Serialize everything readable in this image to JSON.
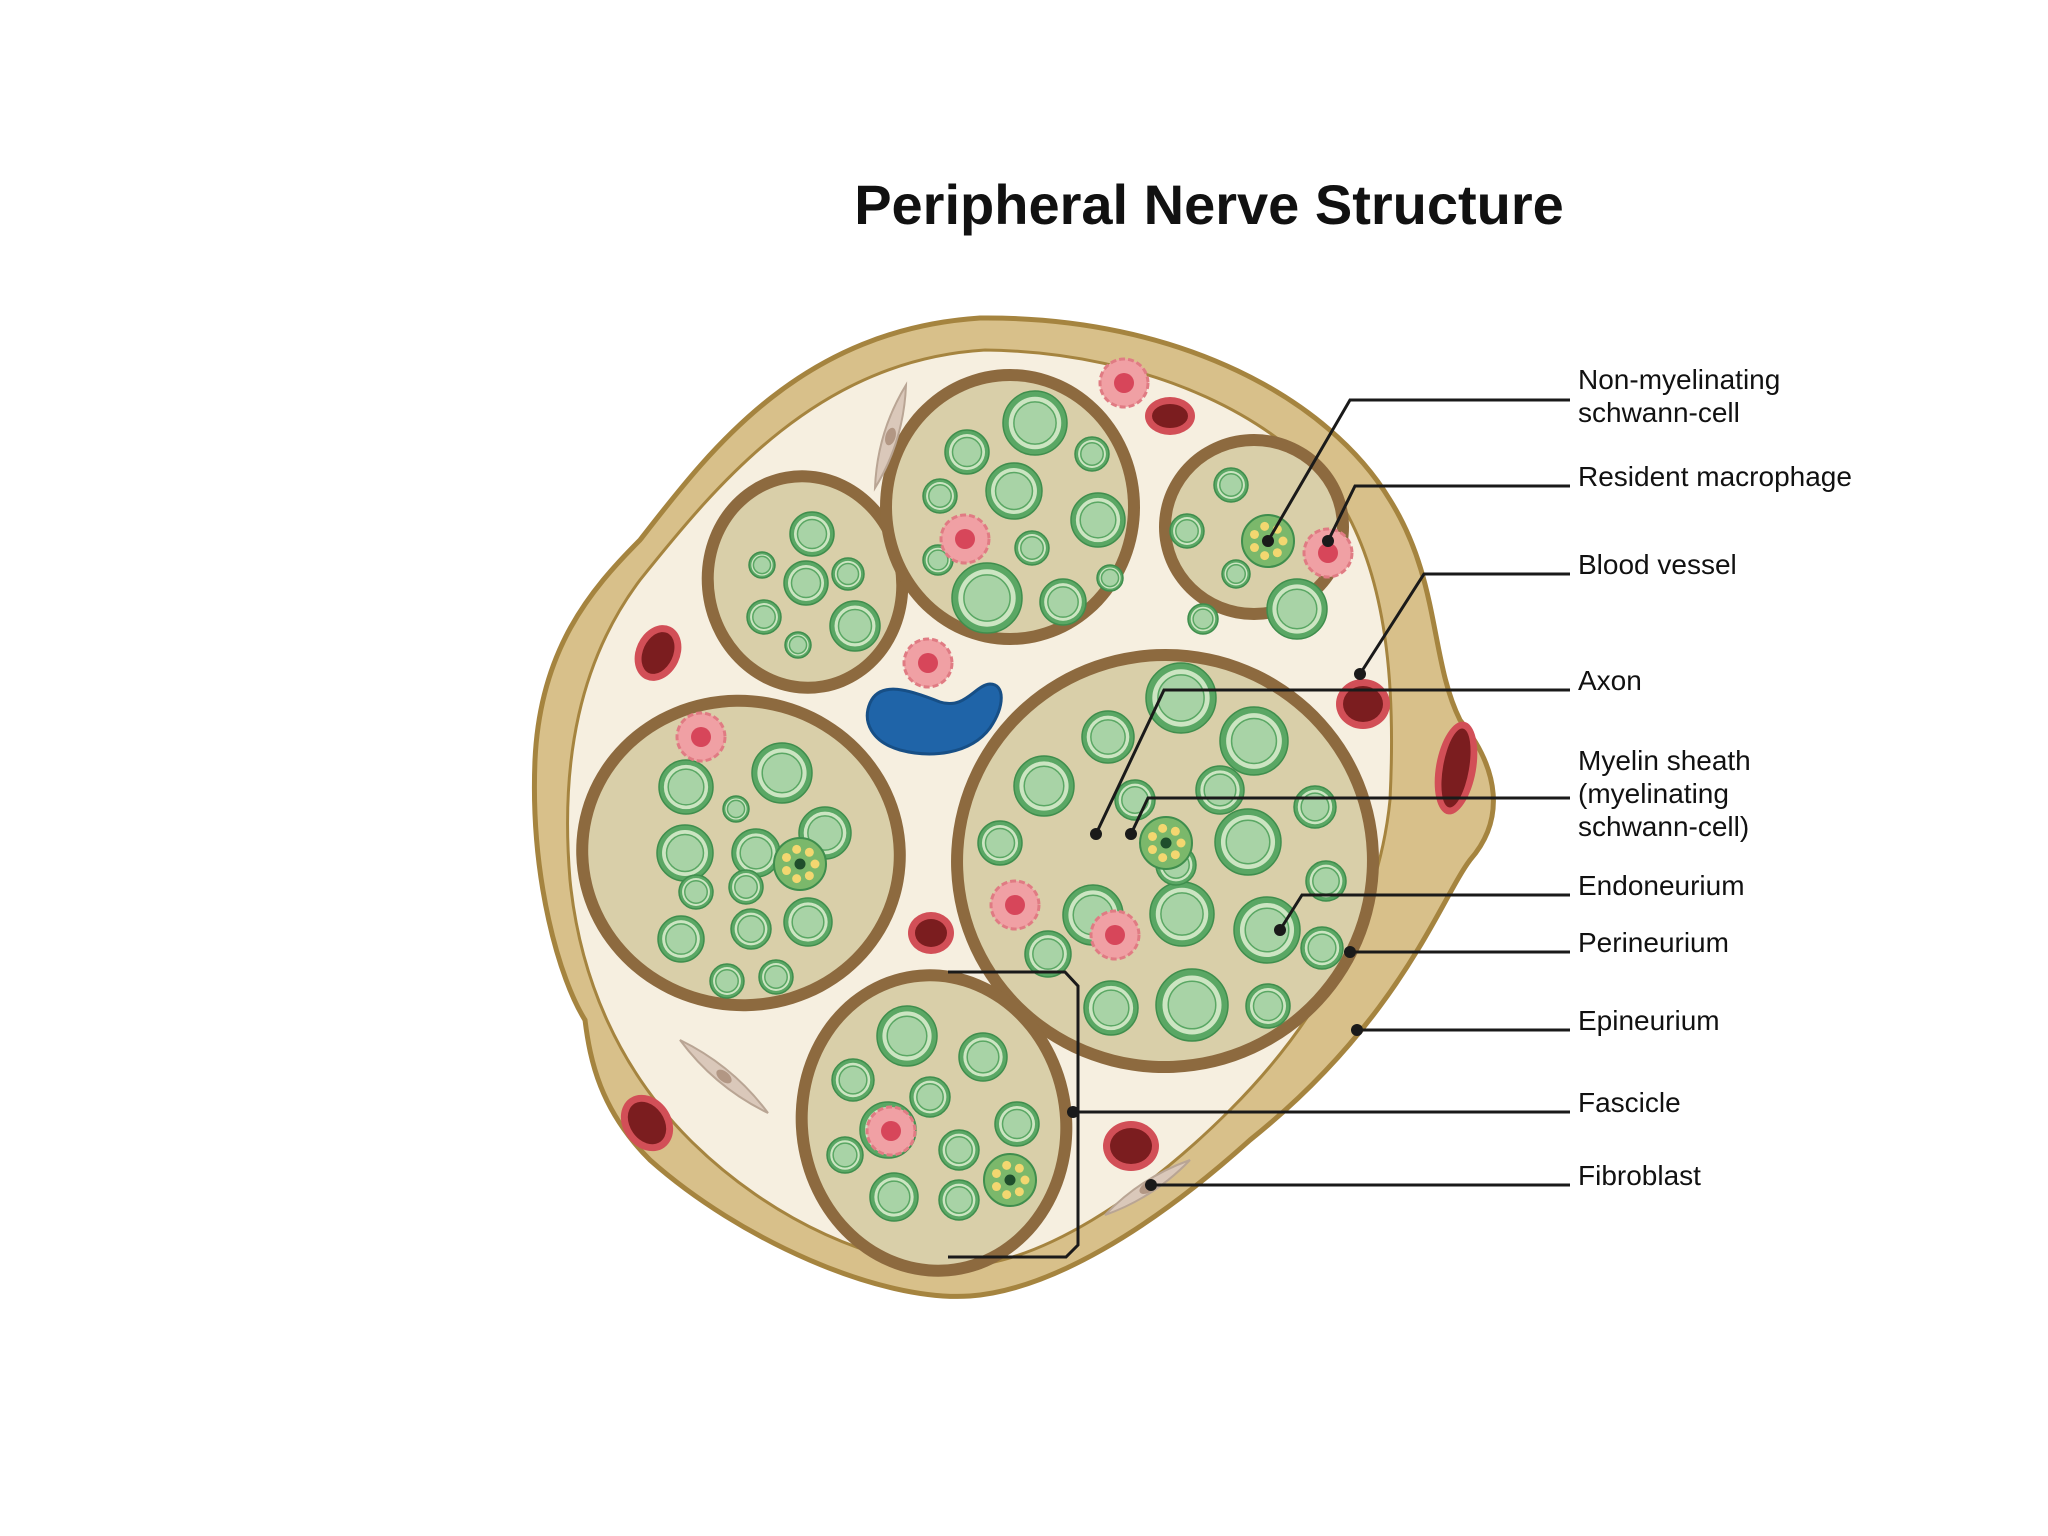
{
  "title": "Peripheral Nerve Structure",
  "colors": {
    "epineurium": "#d8c08a",
    "epineurium_border": "#a5843f",
    "stroma": "#f6efe0",
    "perineurium": "#8d6a3f",
    "endoneurium": "#d9cfa9",
    "axon_ring": "#5aa764",
    "axon_fill": "#a8d3a6",
    "macrophage": "#f0a0a4",
    "macrophage_core": "#d7465a",
    "vessel_outer": "#d24f57",
    "vessel_inner": "#7b1d1f",
    "large_vessel": "#1f64a8",
    "fibroblast": "#dac8ba"
  },
  "labels": [
    {
      "id": "non-myelinating",
      "lines": [
        "Non-myelinating",
        "schwann-cell"
      ]
    },
    {
      "id": "macrophage",
      "lines": [
        "Resident macrophage"
      ]
    },
    {
      "id": "blood-vessel",
      "lines": [
        "Blood vessel"
      ]
    },
    {
      "id": "axon",
      "lines": [
        "Axon"
      ]
    },
    {
      "id": "myelin",
      "lines": [
        "Myelin sheath",
        "(myelinating",
        "schwann-cell)"
      ]
    },
    {
      "id": "endoneurium",
      "lines": [
        "Endoneurium"
      ]
    },
    {
      "id": "perineurium",
      "lines": [
        "Perineurium"
      ]
    },
    {
      "id": "epineurium",
      "lines": [
        "Epineurium"
      ]
    },
    {
      "id": "fascicle",
      "lines": [
        "Fascicle"
      ]
    },
    {
      "id": "fibroblast",
      "lines": [
        "Fibroblast"
      ]
    }
  ]
}
